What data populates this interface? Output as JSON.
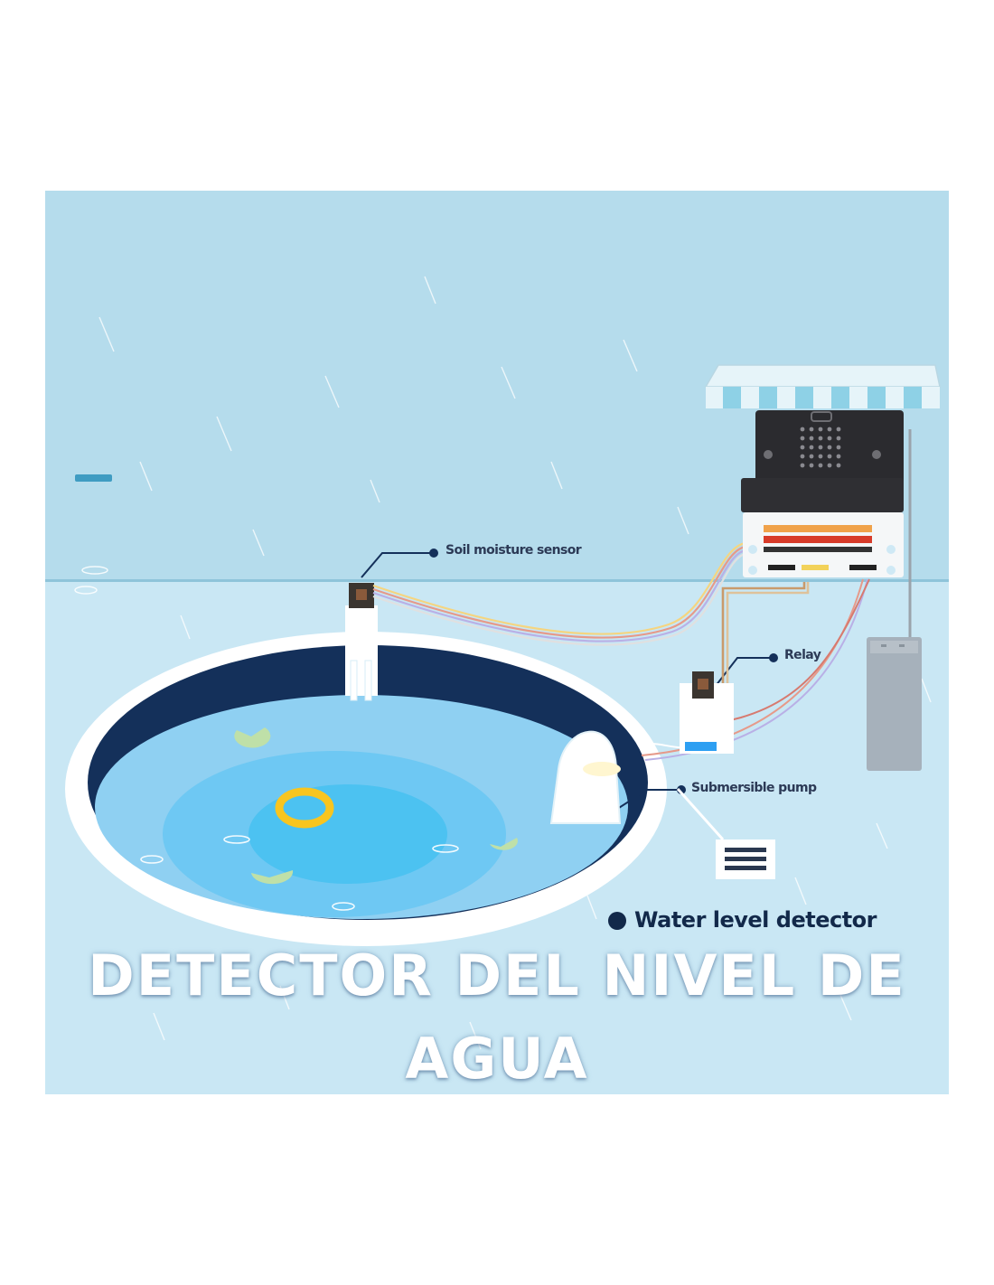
{
  "diagram": {
    "callouts": {
      "soil_sensor": "Soil moisture sensor",
      "relay": "Relay",
      "pump": "Submersible pump",
      "detector": "Water level detector"
    }
  },
  "headline": {
    "line1": "DETECTOR DEL NIVEL DE",
    "line2": "AGUA"
  },
  "colors": {
    "sky": "#b5dcec",
    "floor": "#c9e7f4",
    "pool_rim": "#14305a",
    "water": "#8fd0f2",
    "water_center": "#4cc2f1",
    "headline": "#ffffff"
  },
  "icons": {
    "pool": "pool-icon",
    "float_ring": "float-ring-icon",
    "lily_pad": "lily-pad-icon",
    "microbit": "microbit-board-icon",
    "awning": "awning-icon",
    "battery": "battery-icon",
    "relay": "relay-module-icon",
    "pump": "pump-icon",
    "drain": "drain-grate-icon",
    "rain": "rain-streaks"
  }
}
